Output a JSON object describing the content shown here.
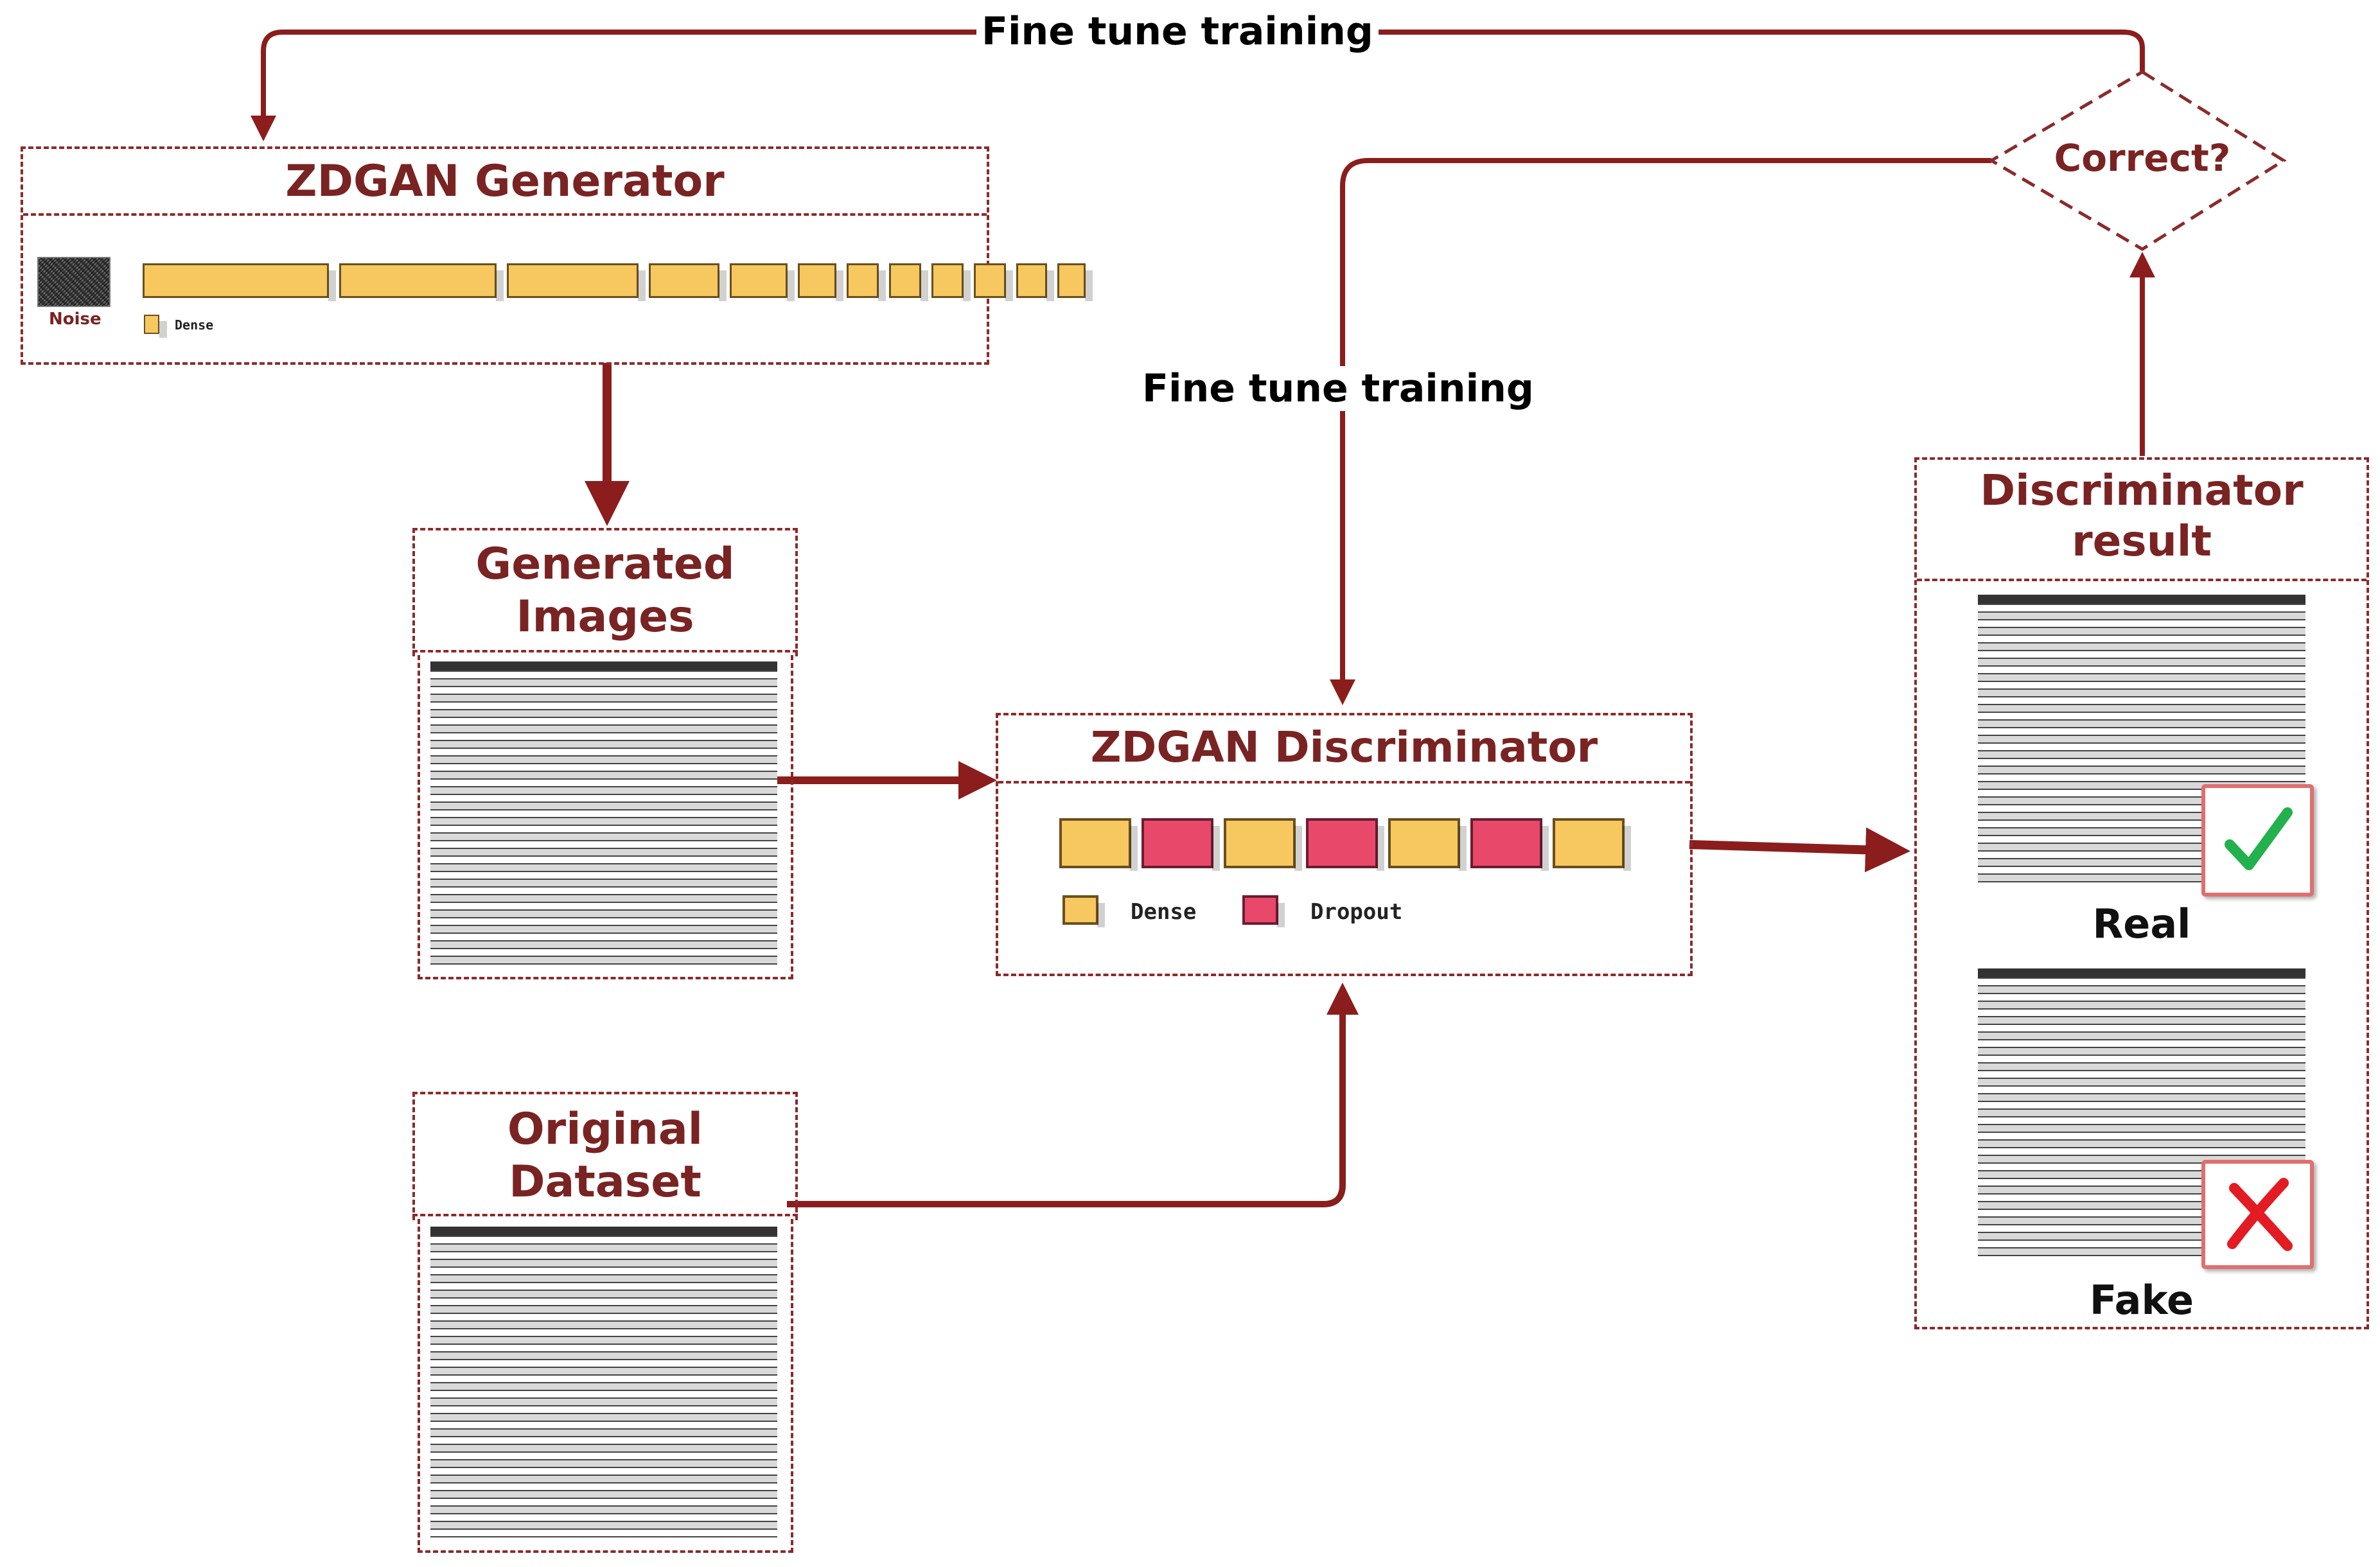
{
  "generator": {
    "title": "ZDGAN Generator",
    "noise_label": "Noise",
    "legend_dense": "Dense"
  },
  "generated_images": {
    "title": "Generated Images"
  },
  "original_dataset": {
    "title": "Original Dataset"
  },
  "discriminator": {
    "title": "ZDGAN Discriminator",
    "legend_dense": "Dense",
    "legend_dropout": "Dropout"
  },
  "discriminator_result": {
    "title": "Discriminator result",
    "real_label": "Real",
    "fake_label": "Fake"
  },
  "decision": {
    "label": "Correct?"
  },
  "loops": {
    "top_label": "Fine tune training",
    "middle_label": "Fine tune training"
  },
  "icons": {
    "real": "checkmark-icon",
    "fake": "cross-icon"
  },
  "colors": {
    "accent": "#8b2b2b",
    "dense": "#f6c85f",
    "dropout": "#e8496b",
    "check": "#22b14c",
    "cross": "#e31b23"
  }
}
